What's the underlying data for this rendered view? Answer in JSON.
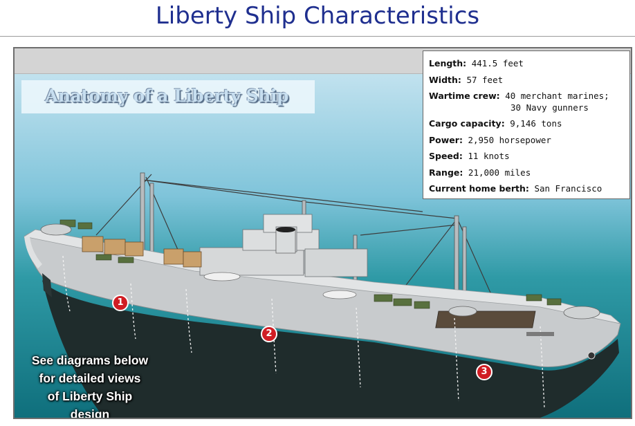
{
  "page": {
    "title": "Liberty Ship Characteristics"
  },
  "figure": {
    "banner": "Anatomy of a Liberty Ship",
    "specs": [
      {
        "label": "Length:",
        "value": "441.5 feet"
      },
      {
        "label": "Width:",
        "value": "57 feet"
      },
      {
        "label": "Wartime crew:",
        "value": "40 merchant marines;",
        "value_cont": "30 Navy gunners"
      },
      {
        "label": "Cargo capacity:",
        "value": "9,146 tons"
      },
      {
        "label": "Power:",
        "value": "2,950 horsepower"
      },
      {
        "label": "Speed:",
        "value": "11 knots"
      },
      {
        "label": "Range:",
        "value": "21,000 miles"
      },
      {
        "label": "Current home berth:",
        "value": "San Francisco"
      }
    ],
    "note_lines": [
      "See diagrams below",
      "for detailed views",
      "of Liberty Ship design"
    ],
    "markers": [
      "1",
      "2",
      "3"
    ],
    "colors": {
      "title": "#1f2f8f",
      "hull": "#c8cbcd",
      "lower_hull": "#1f2c2c",
      "marker": "#d01d24",
      "water": "#2f9aa6"
    }
  }
}
